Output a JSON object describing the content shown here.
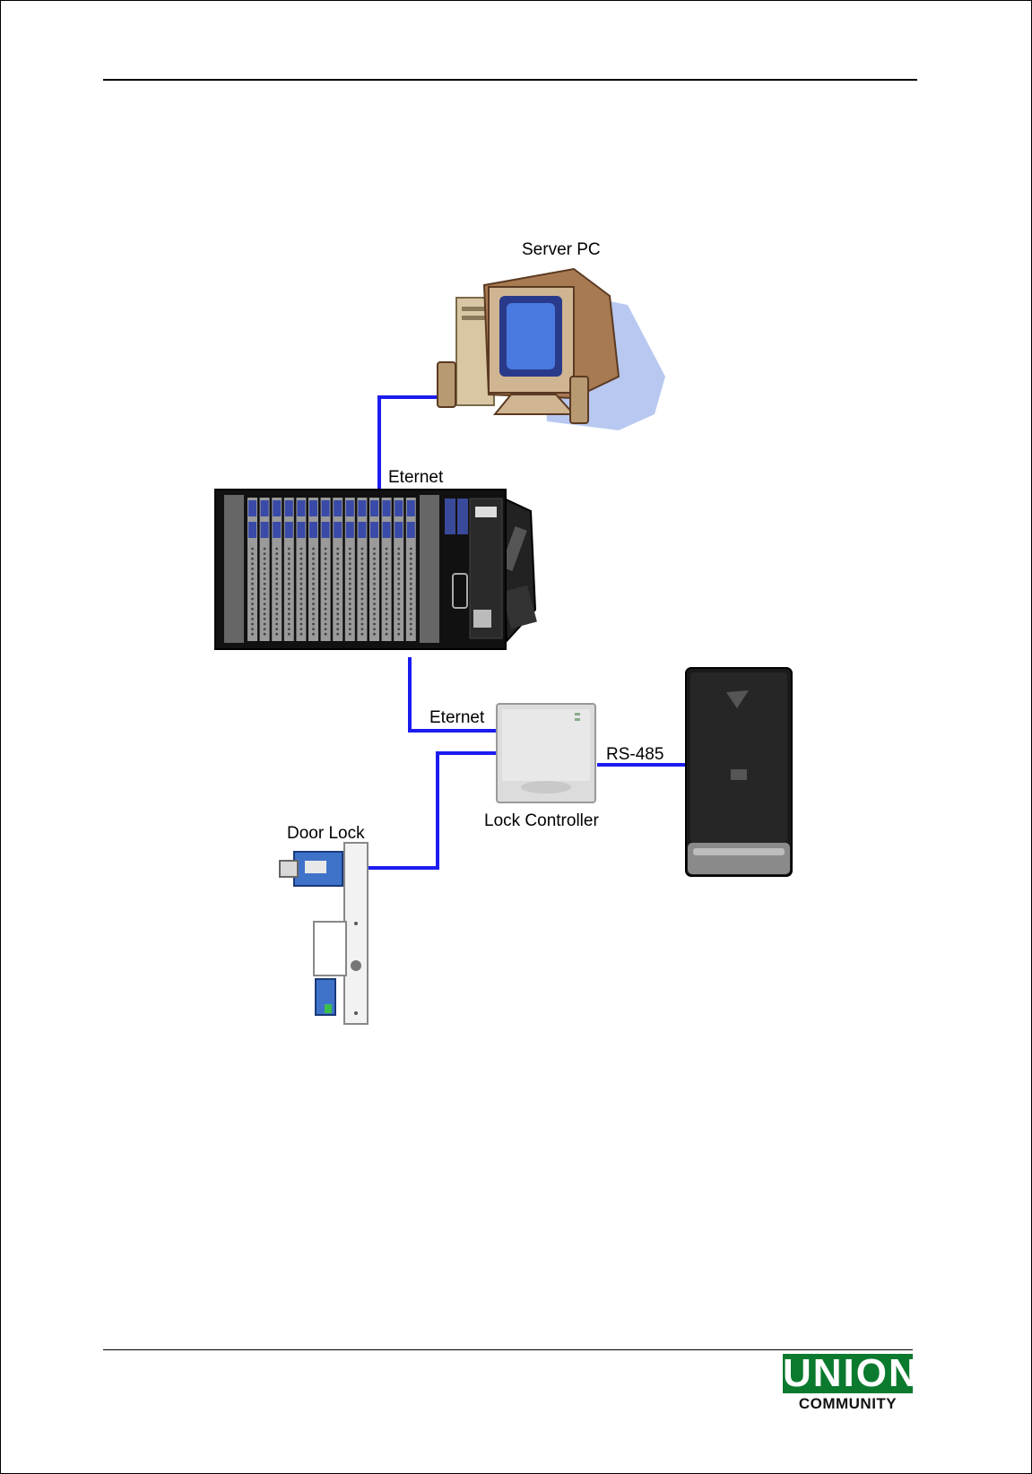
{
  "diagram": {
    "labels": {
      "server_pc": "Server PC",
      "eternet_top": "Eternet",
      "eternet_bottom": "Eternet",
      "rs485": "RS-485",
      "lock_controller": "Lock Controller",
      "door_lock": "Door Lock"
    },
    "cable_color": "#1c1cf0"
  },
  "footer": {
    "logo_word": "UNION",
    "logo_sub": "COMMUNITY",
    "brand_color": "#0b7a2e"
  }
}
